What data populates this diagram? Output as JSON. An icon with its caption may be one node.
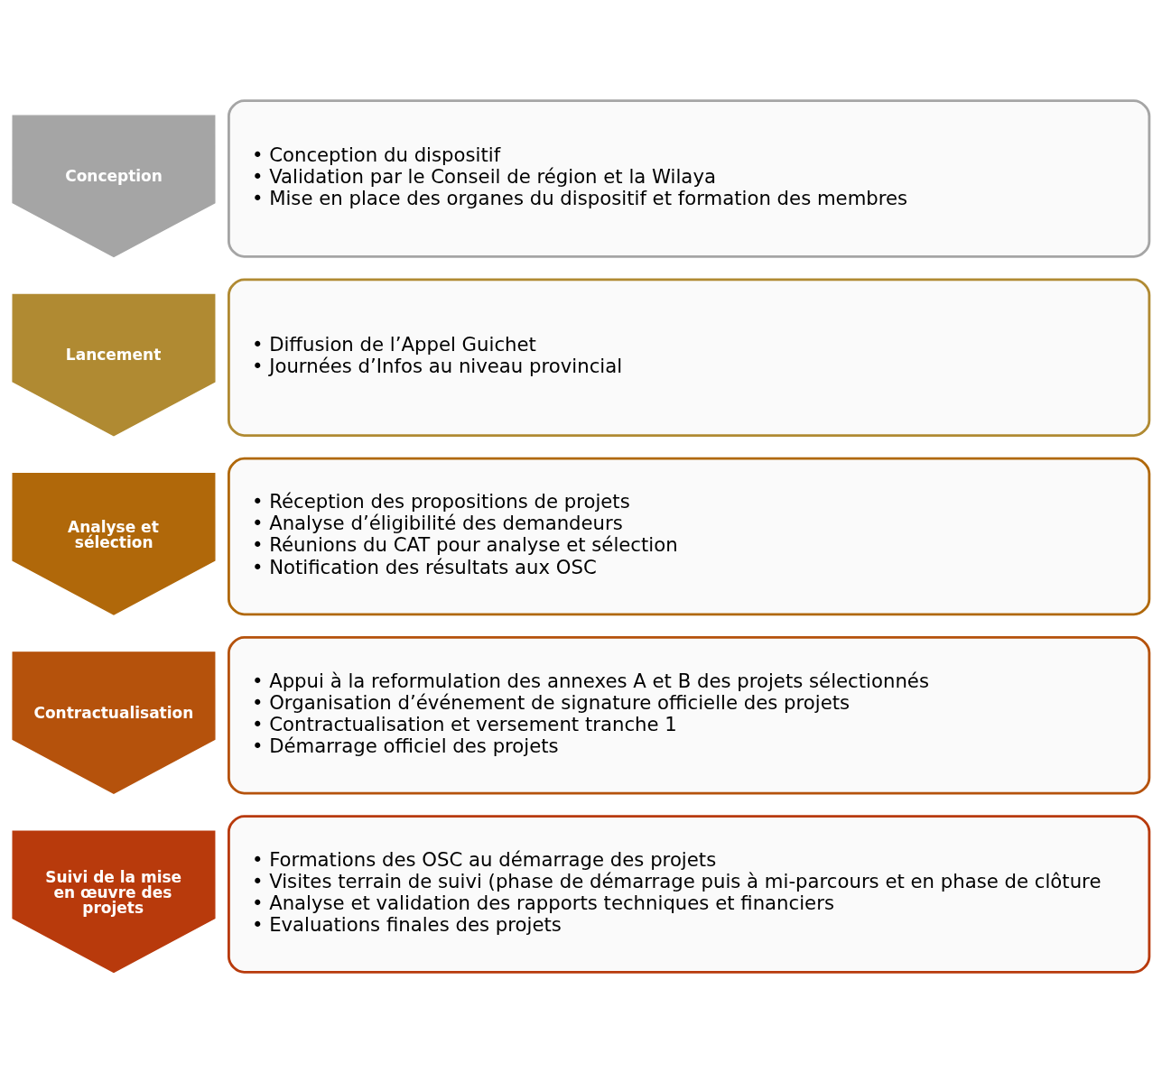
{
  "diagram": {
    "nodes": [
      {
        "text": [
          "Conception"
        ]
      },
      {
        "text": [
          "• Conception du dispositif",
          "• Validation par le Conseil de région et la Wilaya",
          "• Mise en place des organes du dispositif et formation des membres"
        ]
      },
      {
        "text": [
          "Lancement"
        ]
      },
      {
        "text": [
          "• Diffusion de l’Appel Guichet",
          "• Journées d’Infos au niveau provincial"
        ]
      },
      {
        "text": [
          "Analyse et sélection"
        ]
      },
      {
        "text": [
          "• Réception des propositions de projets",
          "• Analyse d’éligibilité des demandeurs",
          "• Réunions du CAT pour analyse et sélection",
          "• Notification des résultats aux OSC"
        ]
      },
      {
        "text": [
          "Contractualisation"
        ]
      },
      {
        "text": [
          "• Appui à la reformulation des annexes A et B des projets sélectionnés",
          "• Organisation d’événement de signature officielle des projets",
          "• Contractualisation et versement tranche 1",
          "• Démarrage officiel des projets"
        ]
      },
      {
        "text": [
          "Suivi de la mise en œuvre des projets"
        ]
      },
      {
        "text": [
          "• Formations des OSC au démarrage des projets",
          "• Visites terrain de suivi (phase de démarrage puis à mi-parcours et en phase de clôture",
          "• Analyse et validation des rapports techniques et financiers",
          "• Evaluations finales des projets"
        ]
      }
    ],
    "edges": []
  }
}
